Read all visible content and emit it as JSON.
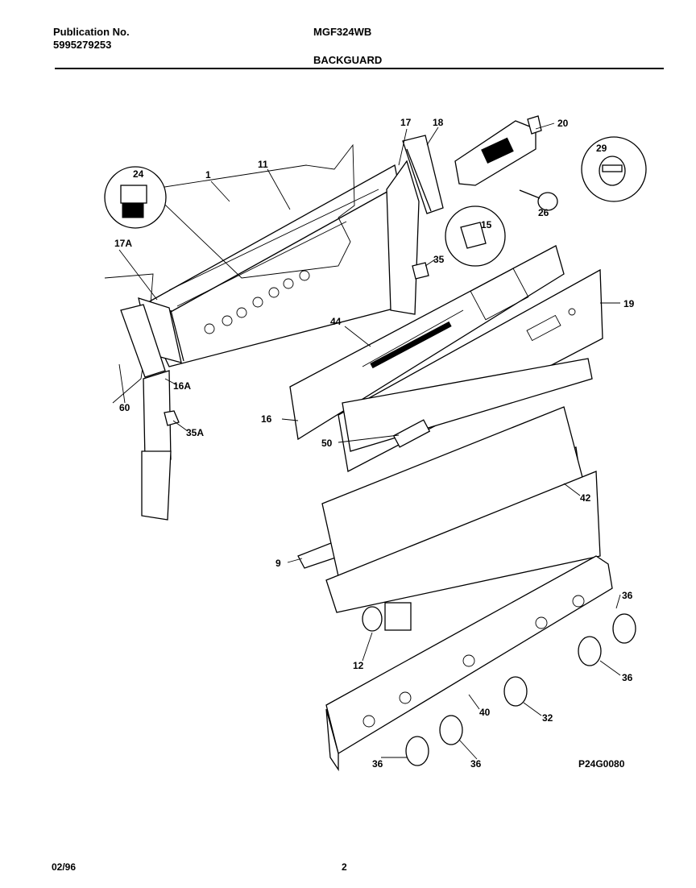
{
  "header": {
    "publication_label": "Publication No.",
    "publication_number": "5995279253",
    "model": "MGF324WB",
    "section": "BACKGUARD"
  },
  "diagram": {
    "drawing_code": "P24G0080",
    "callouts": [
      "1",
      "11",
      "17",
      "18",
      "20",
      "29",
      "24",
      "26",
      "15",
      "35",
      "17A",
      "19",
      "44",
      "16A",
      "60",
      "16",
      "35A",
      "50",
      "42",
      "9",
      "36",
      "36",
      "12",
      "40",
      "32",
      "36",
      "36"
    ]
  },
  "footer": {
    "date": "02/96",
    "page": "2"
  }
}
